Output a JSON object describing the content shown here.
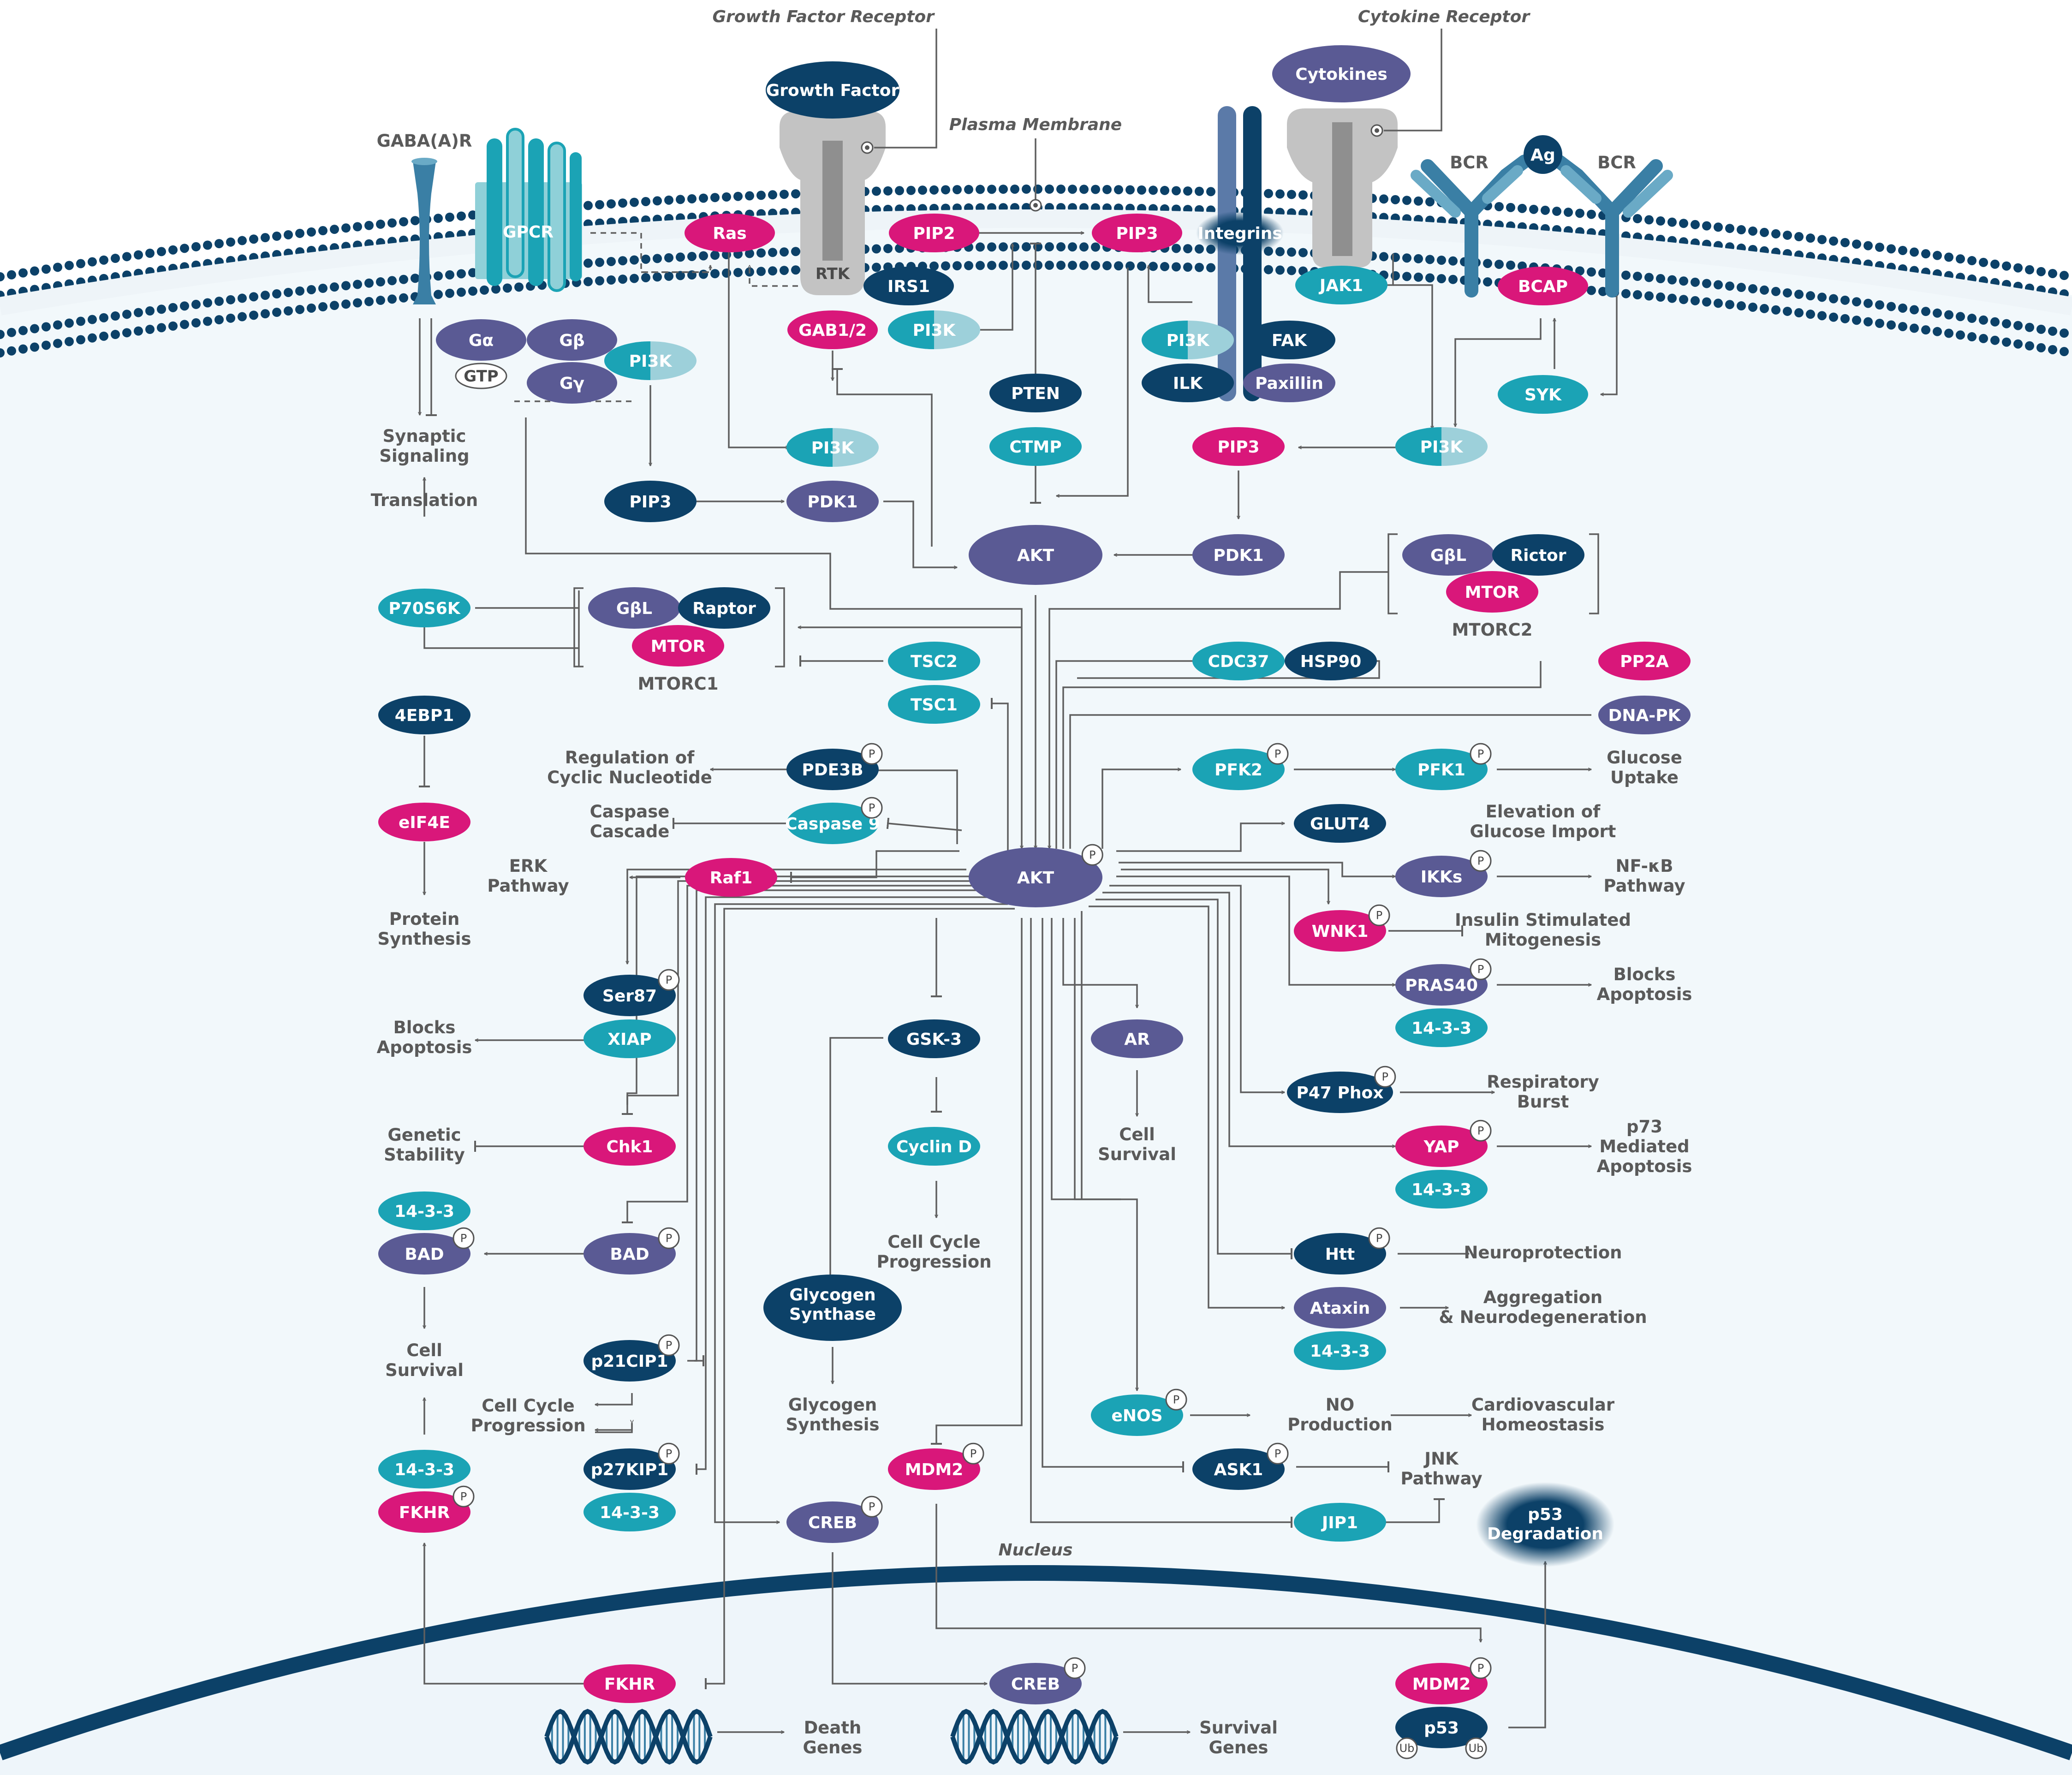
{
  "colors": {
    "navy": "#0c4168",
    "purple": "#5a5a94",
    "teal": "#1ba3b5",
    "teal_light": "#9dd0da",
    "magenta": "#d9177a",
    "membrane": "#0c4168",
    "cytoplasm": "#f2f8fb",
    "line": "#5f5f5f",
    "gray": "#b9b9b9"
  },
  "labels": {
    "growth_factor_receptor": "Growth Factor Receptor",
    "cytokine_receptor": "Cytokine Receptor",
    "plasma_membrane": "Plasma Membrane",
    "nucleus": "Nucleus",
    "gabaar": "GABA(A)R",
    "bcr": "BCR",
    "rtk": "RTK",
    "gtp": "GTP",
    "mtorc1": "MTORC1",
    "mtorc2": "MTORC2",
    "synaptic_signaling": [
      "Synaptic",
      "Signaling"
    ],
    "translation": [
      "Translation"
    ],
    "protein_synthesis": [
      "Protein",
      "Synthesis"
    ],
    "regulation_cyclic": [
      "Regulation of",
      "Cyclic Nucleotide"
    ],
    "caspase_cascade": [
      "Caspase",
      "Cascade"
    ],
    "erk_pathway": [
      "ERK",
      "Pathway"
    ],
    "blocks_apoptosis_left": [
      "Blocks",
      "Apoptosis"
    ],
    "genetic_stability": [
      "Genetic",
      "Stability"
    ],
    "cell_survival_left": [
      "Cell",
      "Survival"
    ],
    "cell_cycle_progression_left": [
      "Cell Cycle",
      "Progression"
    ],
    "cell_cycle_progression_mid": [
      "Cell Cycle",
      "Progression"
    ],
    "glycogen_synthesis": [
      "Glycogen",
      "Synthesis"
    ],
    "cell_survival_mid": [
      "Cell",
      "Survival"
    ],
    "death_genes": [
      "Death",
      "Genes"
    ],
    "survival_genes": [
      "Survival",
      "Genes"
    ],
    "glucose_uptake": [
      "Glucose",
      "Uptake"
    ],
    "elevation_glucose": [
      "Elevation of",
      "Glucose Import"
    ],
    "nfkb_pathway": [
      "NF-κB",
      "Pathway"
    ],
    "insulin_mitogenesis": [
      "Insulin Stimulated",
      "Mitogenesis"
    ],
    "blocks_apoptosis_right": [
      "Blocks",
      "Apoptosis"
    ],
    "respiratory_burst": [
      "Respiratory",
      "Burst"
    ],
    "p73_apoptosis": [
      "p73",
      "Mediated",
      "Apoptosis"
    ],
    "neuroprotection": [
      "Neuroprotection"
    ],
    "aggregation": [
      "Aggregation",
      "& Neurodegeneration"
    ],
    "no_production": [
      "NO",
      "Production"
    ],
    "cardiovascular": [
      "Cardiovascular",
      "Homeostasis"
    ],
    "jnk_pathway": [
      "JNK",
      "Pathway"
    ]
  },
  "nodes": {
    "growth_factor": "Growth Factor",
    "cytokines": "Cytokines",
    "ag": "Ag",
    "gpcr": "GPCR",
    "integrins": "Integrins",
    "ras": "Ras",
    "pip2": "PIP2",
    "pip3_membrane": "PIP3",
    "irs1": "IRS1",
    "gab12": "GAB1/2",
    "pi3k_rtk": "PI3K",
    "jak1": "JAK1",
    "bcap": "BCAP",
    "syk": "SYK",
    "g_alpha": "Gα",
    "g_beta": "Gβ",
    "g_gamma": "Gγ",
    "pi3k_gpcr": "PI3K",
    "pi3k_int": "PI3K",
    "fak": "FAK",
    "ilk": "ILK",
    "paxillin": "Paxillin",
    "pi3k_ras": "PI3K",
    "pten": "PTEN",
    "ctmp": "CTMP",
    "pip3_bcr": "PIP3",
    "pi3k_bcr": "PI3K",
    "pip3_gpcr": "PIP3",
    "pdk1_left": "PDK1",
    "akt_top": "AKT",
    "pdk1_right": "PDK1",
    "gbl_c2": "GβL",
    "rictor": "Rictor",
    "mtor_c2": "MTOR",
    "p70s6k": "P70S6K",
    "gbl_c1": "GβL",
    "raptor": "Raptor",
    "mtor_c1": "MTOR",
    "tsc2": "TSC2",
    "tsc1": "TSC1",
    "cdc37": "CDC37",
    "hsp90": "HSP90",
    "pp2a": "PP2A",
    "dnapk": "DNA-PK",
    "ebp1": "4EBP1",
    "eif4e": "eIF4E",
    "pde3b": "PDE3B",
    "casp9": "Caspase 9",
    "raf1": "Raf1",
    "akt_main": "AKT",
    "pfk2": "PFK2",
    "pfk1": "PFK1",
    "glut4": "GLUT4",
    "ikks": "IKKs",
    "wnk1": "WNK1",
    "pras40": "PRAS40",
    "p1433_pras": "14-3-3",
    "ser87": "Ser87",
    "xiap": "XIAP",
    "gsk3": "GSK-3",
    "ar": "AR",
    "p47phox": "P47 Phox",
    "yap": "YAP",
    "p1433_yap": "14-3-3",
    "chk1": "Chk1",
    "cyclind": "Cyclin D",
    "p1433_bad": "14-3-3",
    "bad_left": "BAD",
    "bad_right": "BAD",
    "htt": "Htt",
    "ataxin": "Ataxin",
    "p1433_atx": "14-3-3",
    "glycogen_synthase": [
      "Glycogen",
      "Synthase"
    ],
    "p21": "p21CIP1",
    "enos": "eNOS",
    "p27": "p27KIP1",
    "p1433_p27": "14-3-3",
    "p1433_fkhr": "14-3-3",
    "fkhr_cyto": "FKHR",
    "mdm2_cyto": "MDM2",
    "ask1": "ASK1",
    "creb_cyto": "CREB",
    "jip1": "JIP1",
    "p53_deg": [
      "p53",
      "Degradation"
    ],
    "fkhr_nuc": "FKHR",
    "creb_nuc": "CREB",
    "mdm2_nuc": "MDM2",
    "p53": "p53"
  },
  "badges": {
    "phospho": "P",
    "ubiquitin": "Ub"
  }
}
